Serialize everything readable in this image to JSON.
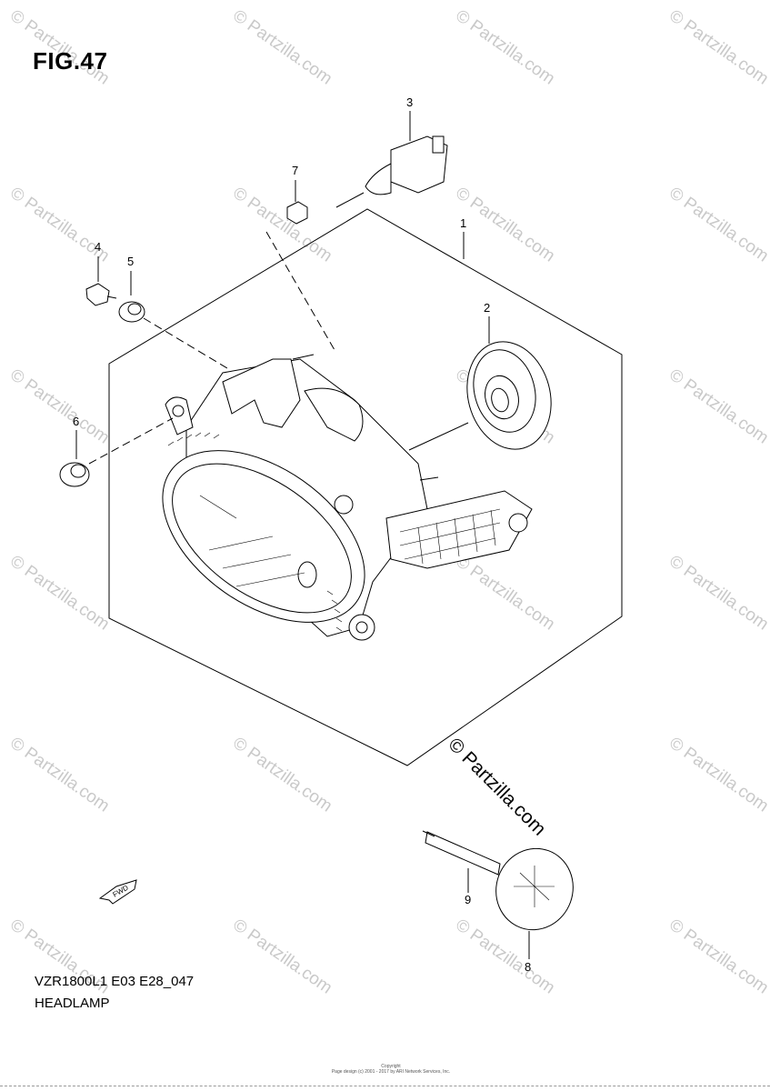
{
  "figure": {
    "title": "FIG.47",
    "model_code": "VZR1800L1 E03 E28_047",
    "name": "HEADLAMP"
  },
  "callouts": [
    "1",
    "2",
    "3",
    "4",
    "5",
    "6",
    "7",
    "8",
    "9"
  ],
  "watermark": {
    "text": "© Partzilla.com",
    "primary_text": "© Partzilla.com"
  },
  "direction_marker": {
    "label": "FWD",
    "icon": "fwd-arrow-icon"
  },
  "copyright_lines": [
    "Copyright",
    "Page design (c) 2001 - 2017 by ARI Network Services, Inc."
  ],
  "colors": {
    "ink": "#000000",
    "watermark": "#c9c9c9"
  }
}
